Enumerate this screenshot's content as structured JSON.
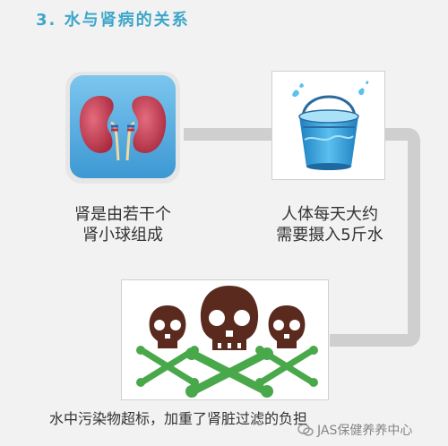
{
  "title": "3. 水与肾病的关系",
  "nodes": {
    "kidney": {
      "label_line1": "肾是由若干个",
      "label_line2": "肾小球组成"
    },
    "water": {
      "label_line1": "人体每天大约",
      "label_line2": "需要摄入5斤水"
    },
    "poison": {
      "label": "水中污染物超标，加重了肾脏过滤的负担"
    }
  },
  "watermark": {
    "text": "JAS保健养养中心"
  },
  "colors": {
    "title": "#3ea6c9",
    "kidney_bg": "#55aee0",
    "bucket": "#3aa0d6",
    "skull": "#5a2a1e",
    "bones": "#49a84a"
  },
  "icons": {
    "kidney": "kidney-icon",
    "bucket": "water-bucket-icon",
    "skull": "skull-crossbones-icon"
  }
}
